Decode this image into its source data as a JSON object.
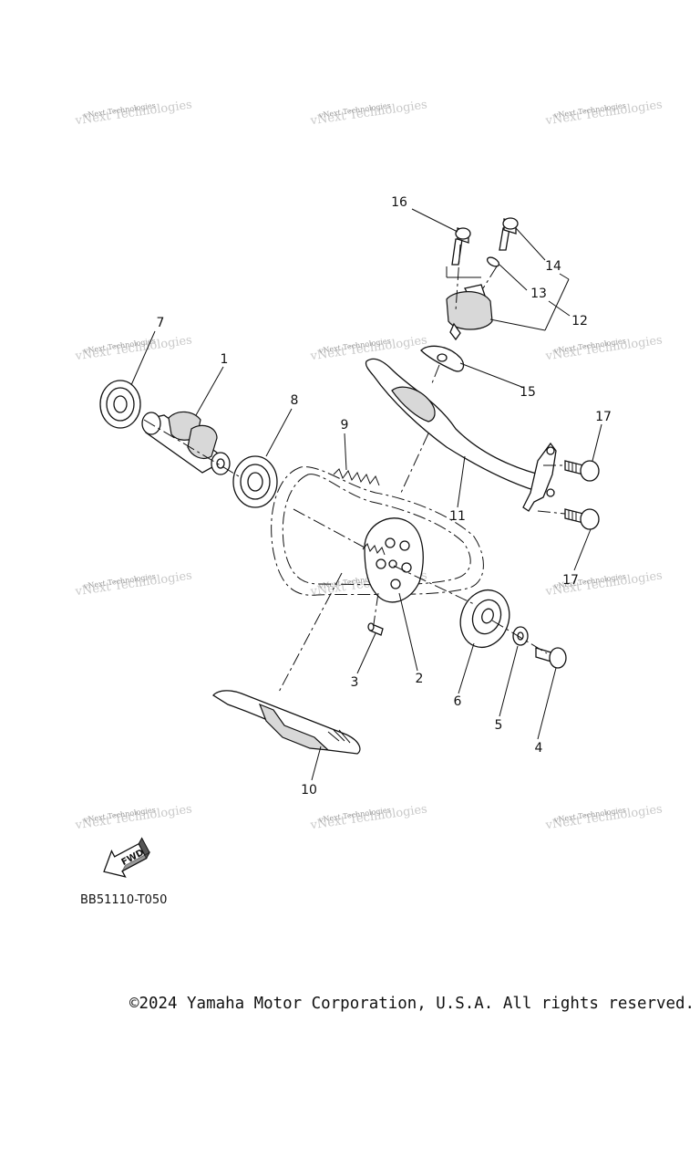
{
  "watermark": {
    "line1": "vNext Technologies",
    "line2": "vNext Technologies"
  },
  "callouts": {
    "c1": "1",
    "c2": "2",
    "c3": "3",
    "c4": "4",
    "c5": "5",
    "c6": "6",
    "c7": "7",
    "c8": "8",
    "c9": "9",
    "c10": "10",
    "c11": "11",
    "c12": "12",
    "c13": "13",
    "c14": "14",
    "c15": "15",
    "c16": "16",
    "c17a": "17",
    "c17b": "17"
  },
  "fwd_label": "FWD",
  "part_code": "BB51110-T050",
  "copyright": "©2024 Yamaha Motor Corporation, U.S.A. All rights reserved."
}
